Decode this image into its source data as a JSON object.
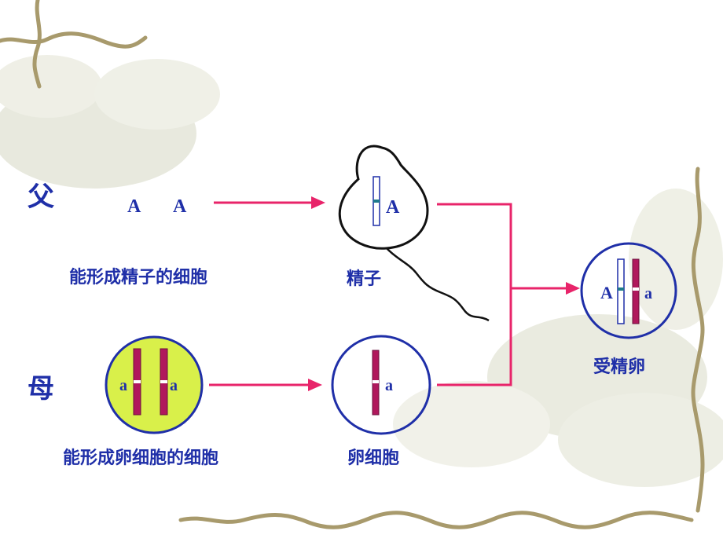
{
  "father": {
    "label": "父",
    "genes": [
      "A",
      "A"
    ],
    "cell_caption": "能形成精子的细胞"
  },
  "mother": {
    "label": "母",
    "genes": [
      "a",
      "a"
    ],
    "cell_caption": "能形成卵细胞的细胞"
  },
  "sperm": {
    "gene": "A",
    "caption": "精子"
  },
  "egg": {
    "gene": "a",
    "caption": "卵细胞"
  },
  "zygote": {
    "genes": [
      "A",
      "a"
    ],
    "caption": "受精卵"
  },
  "colors": {
    "text": "#1f2fa8",
    "arrow": "#e8246a",
    "chromosome_maternal": "#b0185c",
    "chromosome_paternal_fill": "#ffffff",
    "cell_outline": "#1f2fa8",
    "mother_cell_fill": "#d9f04a",
    "centromere": "#1f7a8c"
  }
}
